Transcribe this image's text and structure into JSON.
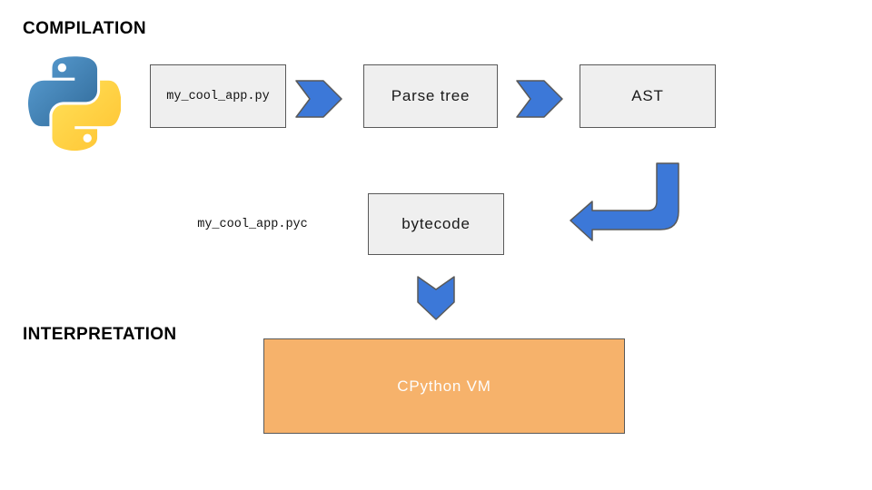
{
  "slide": {
    "background": "#ffffff"
  },
  "headings": {
    "compilation": "COMPILATION",
    "interpretation": "INTERPRETATION"
  },
  "nodes": {
    "source_file": {
      "label": "my_cool_app.py"
    },
    "parse_tree": {
      "label": "Parse tree"
    },
    "ast": {
      "label": "AST"
    },
    "bytecode": {
      "label": "bytecode"
    },
    "bytecode_file": {
      "label": "my_cool_app.pyc"
    },
    "cpython_vm": {
      "label": "CPython VM"
    }
  },
  "flow": [
    {
      "from": "source_file",
      "to": "parse_tree",
      "arrow": "chevron-right"
    },
    {
      "from": "parse_tree",
      "to": "ast",
      "arrow": "chevron-right"
    },
    {
      "from": "ast",
      "to": "bytecode",
      "arrow": "bent-left"
    },
    {
      "from": "bytecode",
      "to": "cpython_vm",
      "arrow": "chevron-down"
    }
  ],
  "icons": {
    "python_logo": "python-logo"
  },
  "colors": {
    "box_fill": "#efefef",
    "box_border": "#595959",
    "arrow_fill": "#3c78d8",
    "arrow_border": "#595959",
    "vm_fill": "#f6b26b",
    "vm_text": "#fdfdfd",
    "heading_text": "#000000",
    "python_blue_light": "#5a9fd4",
    "python_blue_dark": "#306998",
    "python_yellow_light": "#ffe159",
    "python_yellow_dark": "#ffc331"
  }
}
